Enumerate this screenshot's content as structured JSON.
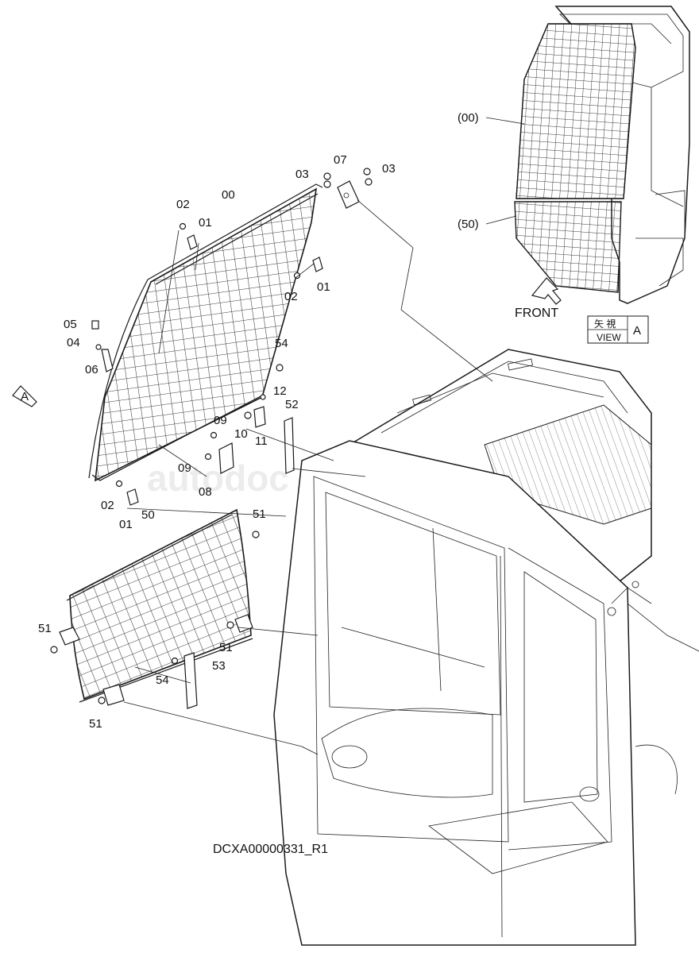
{
  "diagram": {
    "drawing_code": "DCXA00000331_R1",
    "watermark": "autodoc",
    "view_label": {
      "kanji": "矢  視",
      "word": "VIEW",
      "letter": "A"
    },
    "direction_label": "FRONT",
    "view_marker": "A",
    "part_labels": {
      "p00_main": "00",
      "p02_top": "02",
      "p01_top": "01",
      "p03_left": "03",
      "p07": "07",
      "p03_right": "03",
      "p02_right": "02",
      "p01_right": "01",
      "p05": "05",
      "p04": "04",
      "p06": "06",
      "p54_upper": "54",
      "p12": "12",
      "p52": "52",
      "p09_upper": "09",
      "p10": "10",
      "p11": "11",
      "p09_lower": "09",
      "p08": "08",
      "p02_bottom": "02",
      "p01_bottom": "01",
      "p50": "50",
      "p51_upper": "51",
      "p51_left": "51",
      "p51_mid": "51",
      "p53": "53",
      "p54_lower": "54",
      "p51_bottom": "51",
      "inset_00": "(00)",
      "inset_50": "(50)"
    }
  }
}
